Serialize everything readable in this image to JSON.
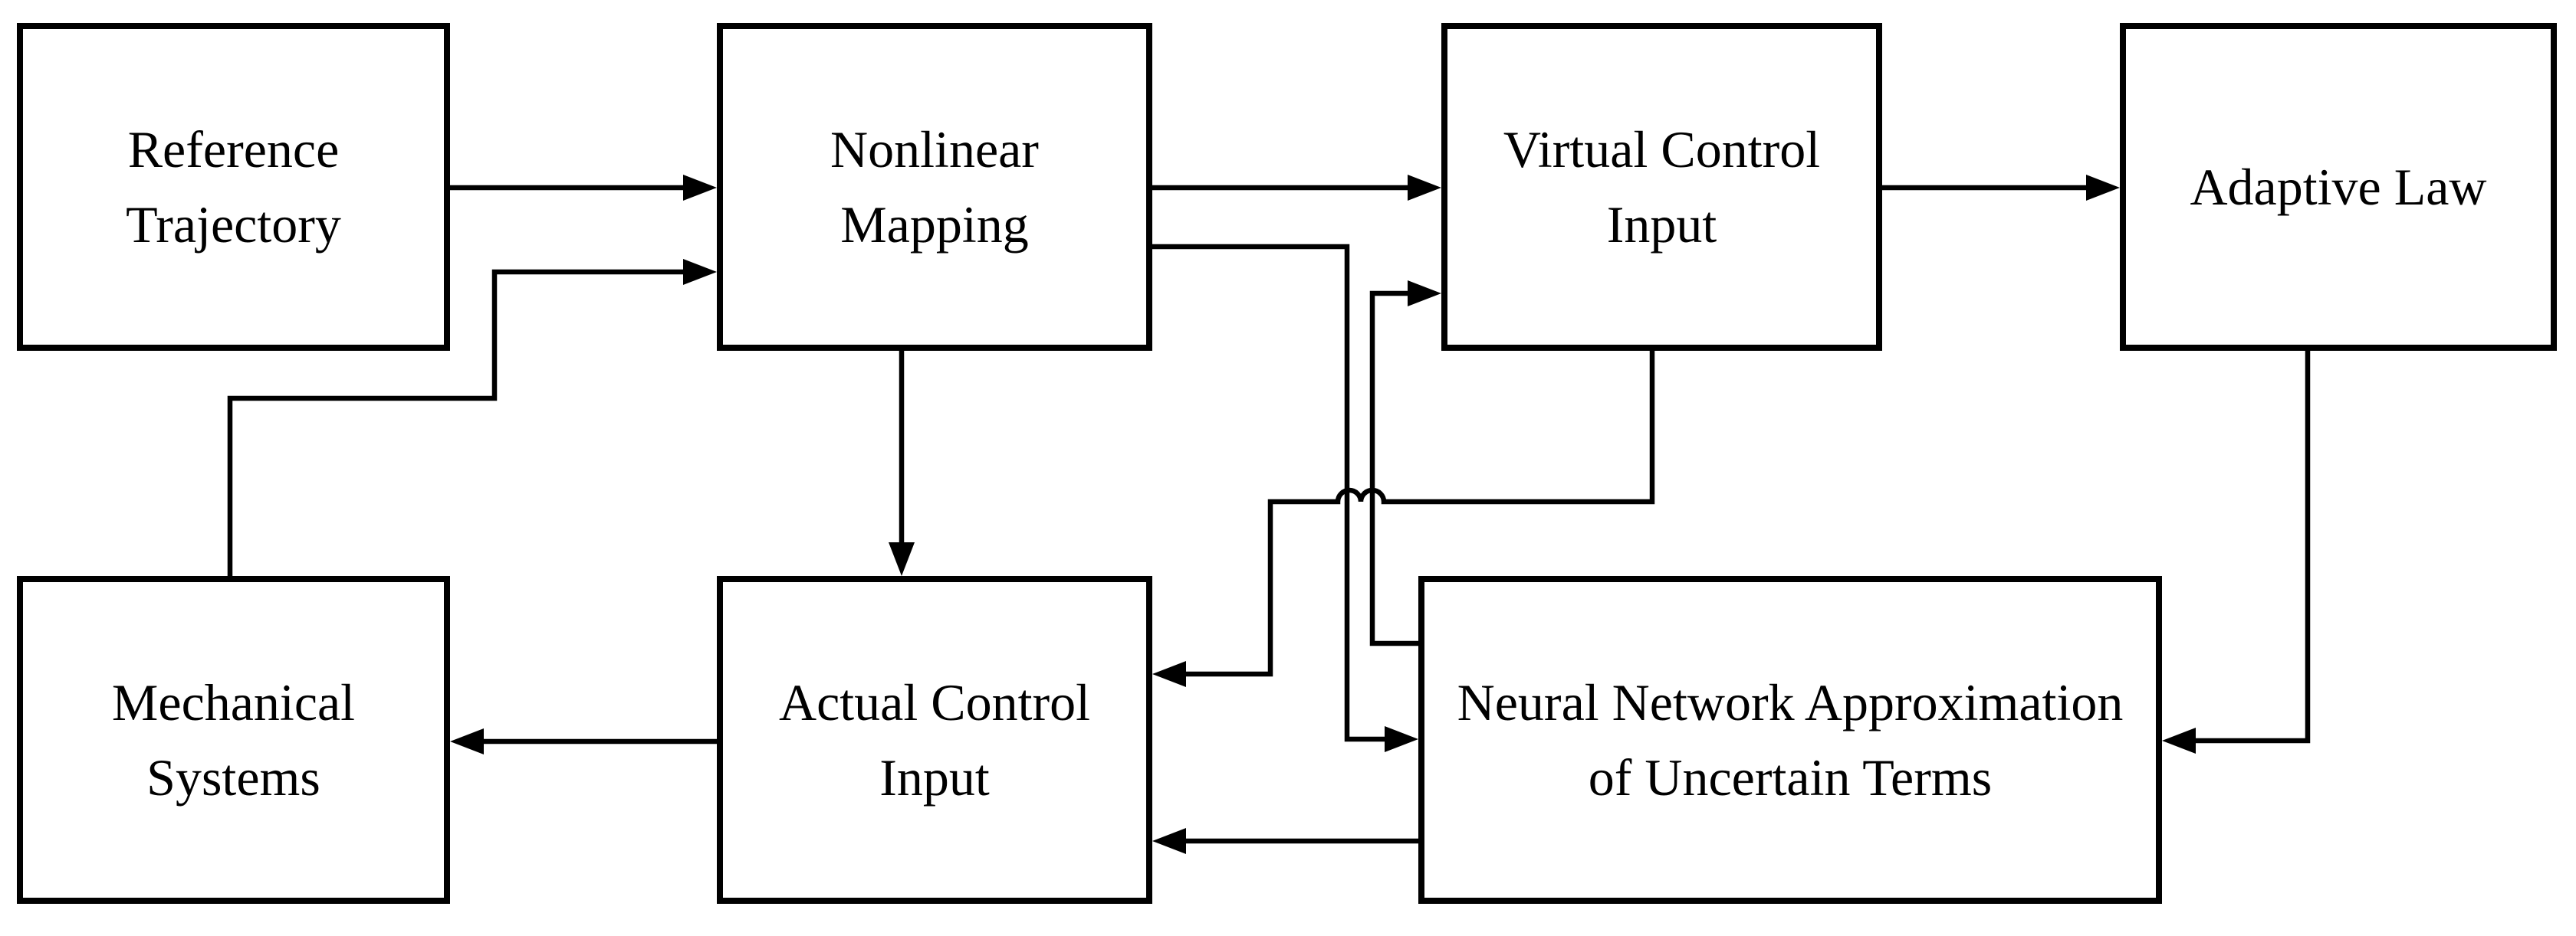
{
  "diagram": {
    "title": "Adaptive neural-network control block diagram",
    "background_color": "#ffffff",
    "line_color": "#000000",
    "nodes": [
      {
        "id": "reference-trajectory",
        "label": "Reference\nTrajectory"
      },
      {
        "id": "nonlinear-mapping",
        "label": "Nonlinear\nMapping"
      },
      {
        "id": "virtual-control-input",
        "label": "Virtual Control\nInput"
      },
      {
        "id": "adaptive-law",
        "label": "Adaptive Law"
      },
      {
        "id": "mechanical-systems",
        "label": "Mechanical\nSystems"
      },
      {
        "id": "actual-control-input",
        "label": "Actual Control\nInput"
      },
      {
        "id": "neural-network-approximation",
        "label": "Neural Network Approximation\nof Uncertain Terms"
      }
    ],
    "edges": [
      {
        "from": "reference-trajectory",
        "to": "nonlinear-mapping",
        "style": "straight"
      },
      {
        "from": "mechanical-systems",
        "to": "nonlinear-mapping",
        "style": "orthogonal"
      },
      {
        "from": "nonlinear-mapping",
        "to": "virtual-control-input",
        "style": "straight"
      },
      {
        "from": "virtual-control-input",
        "to": "adaptive-law",
        "style": "straight"
      },
      {
        "from": "nonlinear-mapping",
        "to": "actual-control-input",
        "style": "straight"
      },
      {
        "from": "nonlinear-mapping",
        "to": "neural-network-approximation",
        "style": "orthogonal"
      },
      {
        "from": "virtual-control-input",
        "to": "actual-control-input",
        "style": "orthogonal",
        "line_jumps": 2
      },
      {
        "from": "neural-network-approximation",
        "to": "virtual-control-input",
        "style": "orthogonal"
      },
      {
        "from": "adaptive-law",
        "to": "neural-network-approximation",
        "style": "orthogonal"
      },
      {
        "from": "neural-network-approximation",
        "to": "actual-control-input",
        "style": "straight"
      },
      {
        "from": "actual-control-input",
        "to": "mechanical-systems",
        "style": "straight"
      }
    ]
  }
}
